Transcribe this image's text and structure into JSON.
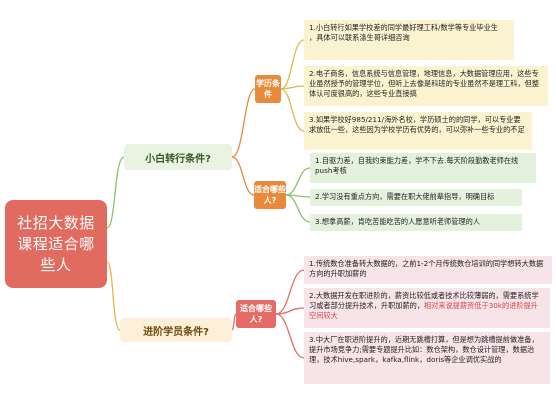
{
  "root": {
    "title": "社招大数据课程适合哪些人"
  },
  "branches": [
    {
      "label": "小白转行条件?",
      "groups": [
        {
          "tag": "学历条件",
          "items": [
            {
              "text": "1.小白转行如果学校差的同学最好理工科/数学等专业毕业生\n ，具体可以联系涤生哥详细咨询"
            },
            {
              "text": "2.电子商务，信息系统与信息管理，地理信息，大数据管理应用，这些专业虽然授予的管理学位，但听上去像是科班的专业虽然不是理工科，但整体认可度很高的，这些专业直接搞"
            },
            {
              "text": "3.如果学校好985/211/海外名校，学历硕士的的同学，可以专业要求放低一些，这些因为学校学历有优势的，可以弥补一些专业的不足"
            }
          ]
        },
        {
          "tag": "适合哪些人?",
          "items": [
            {
              "text": "1.自驱力差，自我约束能力差，学不下去.每天阶段勤教老师在线push考核"
            },
            {
              "text": "2.学习没有重点方向，需要在职大佬前辈指导，明确目标"
            },
            {
              "text": "3.想拿高薪，肯吃苦能吃苦的人愿意听老师管理的人"
            }
          ]
        }
      ]
    },
    {
      "label": "进阶学员条件?",
      "groups": [
        {
          "tag": "适合哪些人?",
          "items": [
            {
              "text": "1.传统数仓准备转大数据的，之前1-2个月传统数仓培训的同学想转大数据方向的升职加薪的"
            },
            {
              "text": "2.大数据开发在职进阶的，薪资比较低或者技术比较薄弱的，需要系统学习或者部分提升技术，升职加薪的，",
              "highlight": "相对来说提薪资低于30k的进阶提升空间较大"
            },
            {
              "text": "3.中大厂在职进阶提升的，近期无跳槽打算，但是想为跳槽提前做准备，提升市场竞争力;需要专题提升比如：数仓架构，数仓设计管理，数据治理，技术hive,spark，kafka,flink，doris等企业调优实战的"
            }
          ]
        }
      ]
    }
  ],
  "colors": {
    "root": "#e16b5f",
    "branch_1": "#eaf3e2",
    "branch_2": "#fdf0d9",
    "tag_orange": "#e98a3a",
    "tag_red": "#e46b66",
    "leaf_yellow": "#fbf3d0",
    "leaf_green": "#e4f1dc",
    "leaf_pink": "#f7e4e8",
    "highlight": "#d9434f"
  }
}
